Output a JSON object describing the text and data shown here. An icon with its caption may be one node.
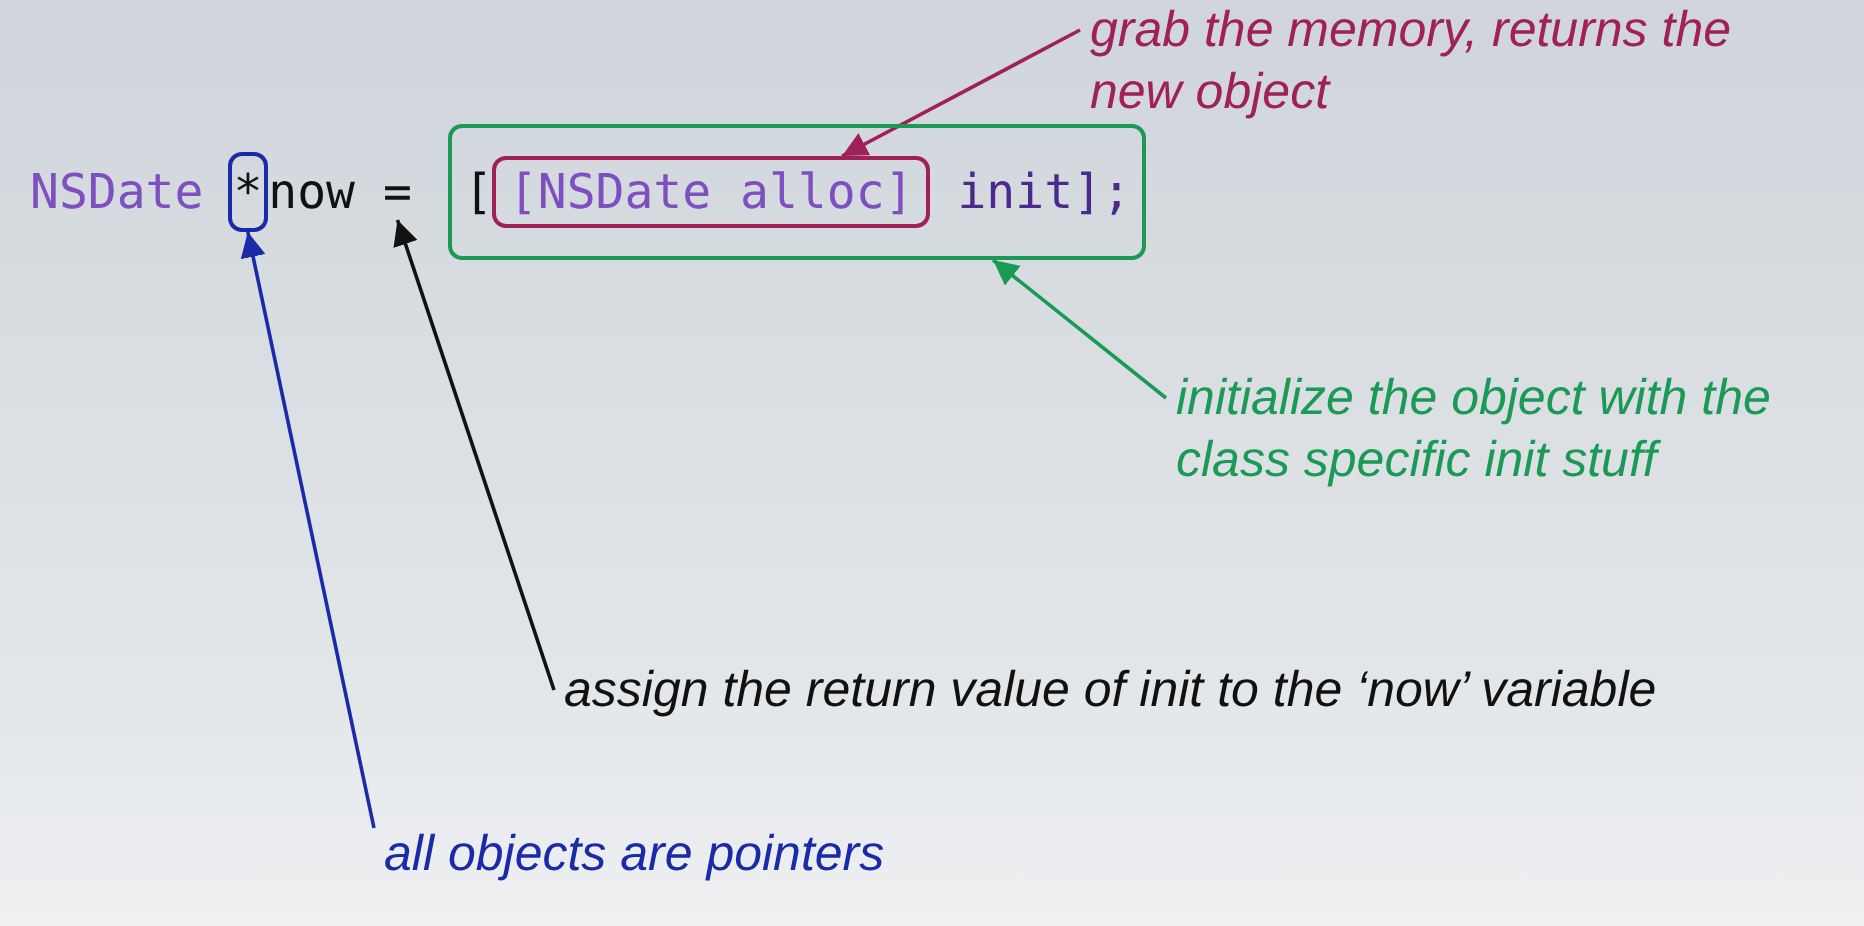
{
  "diagram": {
    "nodes": [
      {
        "text": [
          "*"
        ]
      },
      {
        "text": [
          "="
        ]
      },
      {
        "text": [
          "[",
          "init];"
        ]
      },
      {
        "text": [
          "[NSDate alloc]"
        ],
        "in": 2
      },
      {
        "text": [
          "grab the memory, returns the new object"
        ]
      },
      {
        "text": [
          "initialize the object with the class specific init stuff"
        ]
      },
      {
        "text": [
          "assign the return value of init to the ‘now’ variable"
        ]
      },
      {
        "text": [
          "all objects are pointers"
        ]
      }
    ],
    "edges": [
      {
        "from": 4,
        "to": 3,
        "arrow": "to",
        "color": "#a0205a"
      },
      {
        "from": 5,
        "to": 2,
        "arrow": "to",
        "color": "#1a9a55"
      },
      {
        "from": 6,
        "to": 1,
        "arrow": "to",
        "color": "#111111"
      },
      {
        "from": 7,
        "to": 0,
        "arrow": "to",
        "color": "#1a2aa8"
      }
    ],
    "labels": [
      "NSDate",
      "now"
    ]
  }
}
